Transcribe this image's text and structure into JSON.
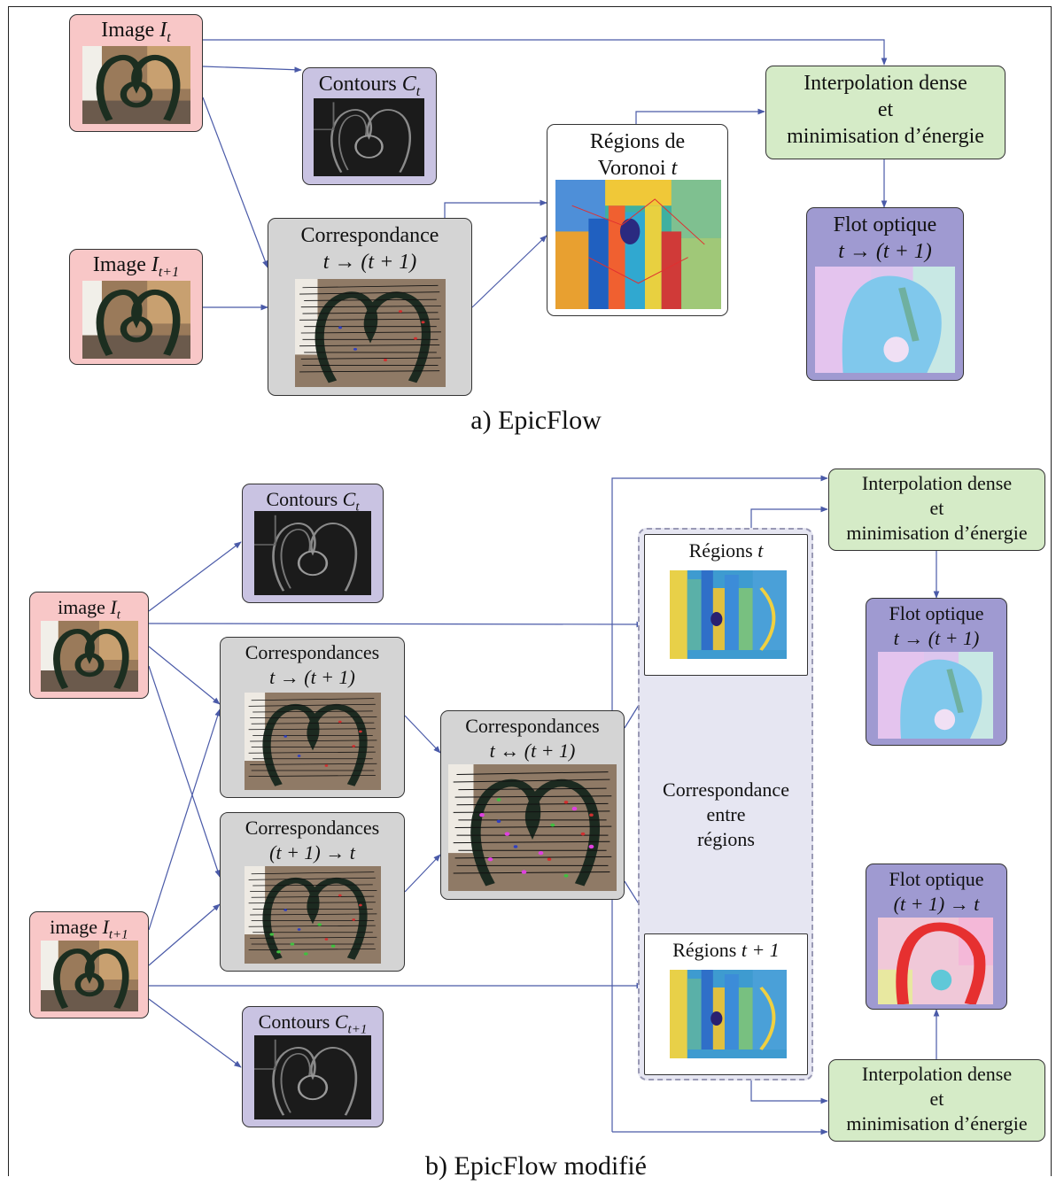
{
  "colors": {
    "image_box": "#f8c7c7",
    "contour_box": "#c9c3e2",
    "flow_box": "#9f9ad1",
    "match_box": "#d4d4d4",
    "interp_box": "#d5ebc7",
    "arrow": "#4a5aa8"
  },
  "a": {
    "image_t": {
      "label": "Image ",
      "sym": "I",
      "sub": "t"
    },
    "image_t1": {
      "label": "Image ",
      "sym": "I",
      "sub": "t+1"
    },
    "contours": {
      "label": "Contours ",
      "sym": "C",
      "sub": "t"
    },
    "correspondance": {
      "line1": "Correspondance",
      "line2": "t → (t + 1)"
    },
    "voronoi": {
      "line1": "Régions de",
      "line2_text": "Voronoi ",
      "line2_sym": "t"
    },
    "interp": {
      "line1": "Interpolation dense",
      "line2": "et",
      "line3": "minimisation d’énergie"
    },
    "flow": {
      "line1": "Flot optique",
      "line2": "t → (t + 1)"
    },
    "caption": "a) EpicFlow"
  },
  "b": {
    "contours_t": {
      "label": "Contours ",
      "sym": "C",
      "sub": "t"
    },
    "contours_t1": {
      "label": "Contours ",
      "sym": "C",
      "sub": "t+1"
    },
    "image_t": {
      "label": "image ",
      "sym": "I",
      "sub": "t"
    },
    "image_t1": {
      "label": "image ",
      "sym": "I",
      "sub": "t+1"
    },
    "corr_fwd": {
      "line1": "Correspondances",
      "line2": "t → (t + 1)"
    },
    "corr_bwd": {
      "line1": "Correspondances",
      "line2": "(t + 1) → t"
    },
    "corr_both": {
      "line1": "Correspondances",
      "line2": "t ↔ (t + 1)"
    },
    "regions_t": {
      "label": "Régions ",
      "sym": "t"
    },
    "regions_t1": {
      "label": "Régions ",
      "sym": "t + 1"
    },
    "region_match": {
      "line1": "Correspondance",
      "line2": "entre",
      "line3": "régions"
    },
    "interp_top": {
      "line1": "Interpolation dense",
      "line2": "et",
      "line3": "minimisation d’énergie"
    },
    "interp_bottom": {
      "line1": "Interpolation dense",
      "line2": "et",
      "line3": "minimisation d’énergie"
    },
    "flow_fwd": {
      "line1": "Flot optique",
      "line2": "t → (t + 1)"
    },
    "flow_bwd": {
      "line1": "Flot optique",
      "line2": "(t + 1) → t"
    },
    "caption": "b) EpicFlow modifié"
  }
}
